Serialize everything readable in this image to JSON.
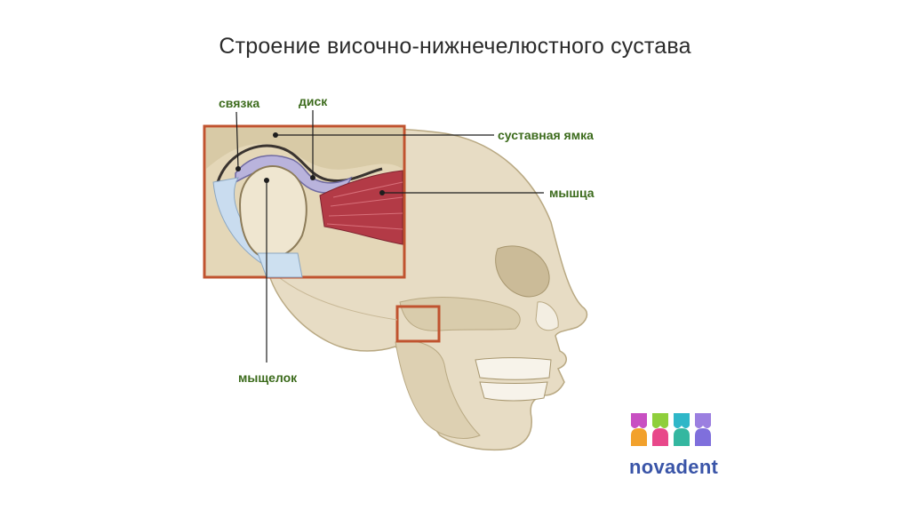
{
  "title": "Строение височно-нижнечелюстного сустава",
  "labels": {
    "ligament": "связка",
    "disc": "диск",
    "fossa": "суставная ямка",
    "muscle": "мышца",
    "condyle": "мыщелок"
  },
  "logo": {
    "text": "novadent",
    "colors": [
      "#c84fc2",
      "#8fcf3c",
      "#2fb7c8",
      "#9b7fe0",
      "#f2a12c",
      "#e8488a",
      "#34b7a0",
      "#7f6fdc"
    ]
  },
  "colors": {
    "bone": "#e7dcc4",
    "bone_shadow": "#c8b896",
    "frame": "#c0532f",
    "muscle": "#b33a46",
    "disc": "#b9b3dc",
    "cartilage": "#c9dcef",
    "label_text": "#3c6b1c"
  }
}
